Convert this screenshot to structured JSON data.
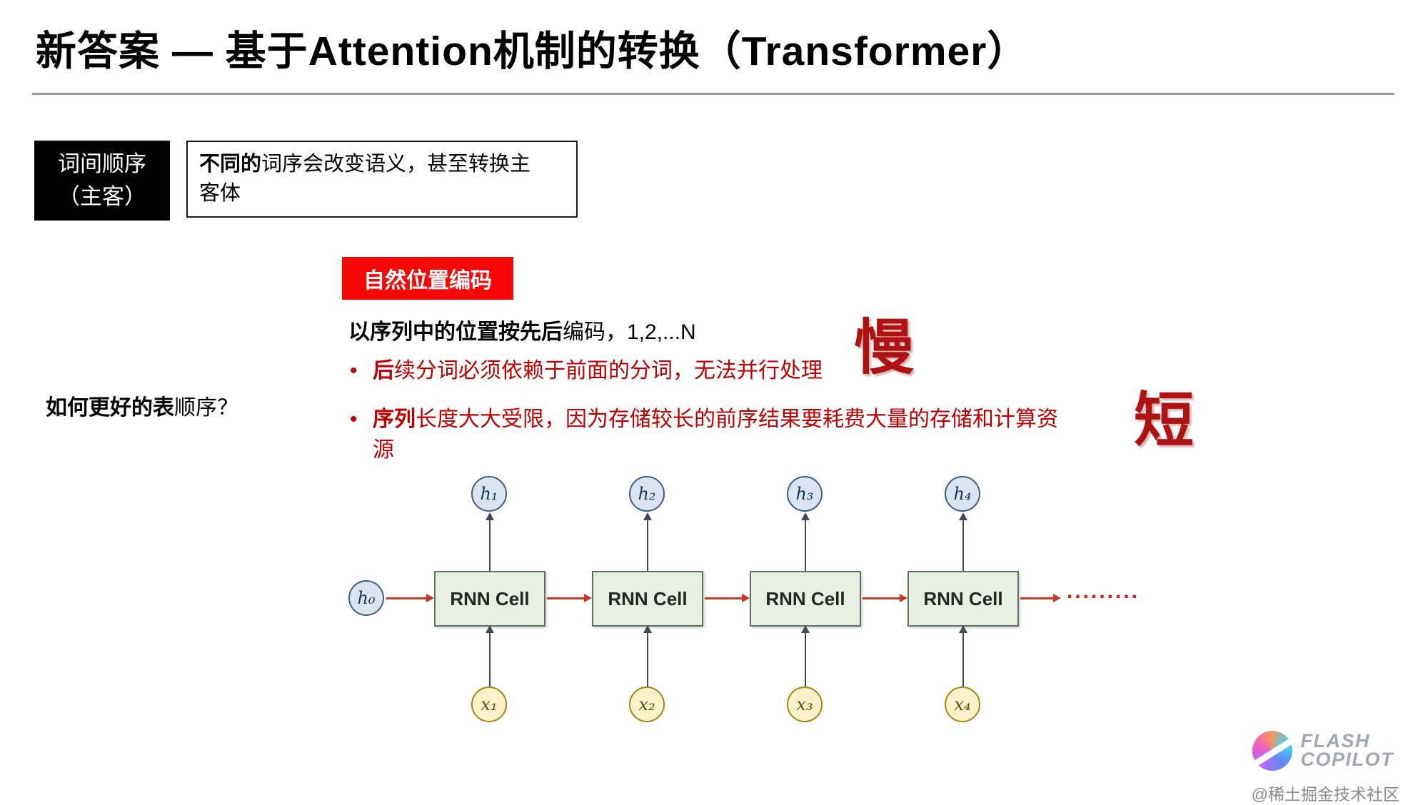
{
  "slide": {
    "title": "新答案 — 基于Attention机制的转换（Transformer）",
    "watermark": "@稀土掘金技术社区"
  },
  "order_box": {
    "label_line1": "词间顺序",
    "label_line2": "（主客）",
    "desc_bold": "不同的",
    "desc_rest": "词序会改变语义，甚至转换主\n客体"
  },
  "question": {
    "bold": "如何更好的表",
    "rest": "顺序？"
  },
  "encoding": {
    "tag": "自然位置编码",
    "intro_bold": "以序列中的位置按先后",
    "intro_rest": "编码，1,2,...N",
    "bullets": [
      {
        "bold": "后",
        "rest": "续分词必须依赖于前面的分词，无法并行处理",
        "stamp": "慢"
      },
      {
        "bold": "序列",
        "rest": "长度大大受限，因为存储较长的前序结果要耗费大量的存储和计算资\n源",
        "stamp": "短"
      }
    ]
  },
  "diagram": {
    "initial_state": "h₀",
    "cells": [
      {
        "label": "RNN Cell",
        "output": "h₁",
        "input": "x₁"
      },
      {
        "label": "RNN Cell",
        "output": "h₂",
        "input": "x₂"
      },
      {
        "label": "RNN Cell",
        "output": "h₃",
        "input": "x₃"
      },
      {
        "label": "RNN Cell",
        "output": "h₄",
        "input": "x₄"
      }
    ],
    "ellipsis": "........."
  },
  "logo": {
    "line1": "FLASH",
    "line2": "COPILOT"
  },
  "colors": {
    "accent_red": "#c00000",
    "tag_red": "#f90606",
    "cell_fill": "#e8f1e1",
    "hidden_fill": "#dbe5f2",
    "input_fill": "#fef2cb",
    "arrow_red": "#c33b22"
  }
}
